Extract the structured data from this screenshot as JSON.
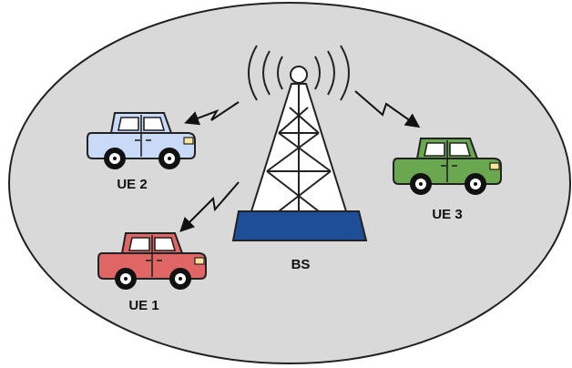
{
  "labels": {
    "base_station": "BS",
    "ue1": "UE 1",
    "ue2": "UE 2",
    "ue3": "UE 3"
  },
  "colors": {
    "cell_fill": "#d9d9d9",
    "tower_base": "#1f4e99",
    "ue1_body": "#e06666",
    "ue2_body": "#c9daf8",
    "ue3_body": "#6aa84f",
    "wheel": "#111111"
  },
  "links": [
    {
      "from": "BS",
      "to": "UE 2"
    },
    {
      "from": "BS",
      "to": "UE 1"
    },
    {
      "from": "BS",
      "to": "UE 3"
    }
  ]
}
